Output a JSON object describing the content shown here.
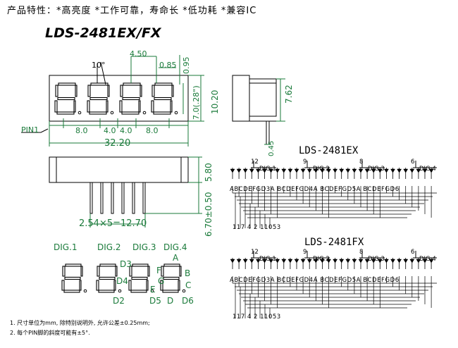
{
  "header": {
    "features": "产品特性：*高亮度 *工作可靠，寿命长 *低功耗 *兼容IC"
  },
  "part_title": "LDS-2481EX/FX",
  "front_view": {
    "pin1_label": "PIN1",
    "dims": {
      "top_angle": "10°",
      "digit_pitch_small": "4.50",
      "seg_width": "0.85",
      "seg_right": "0.95",
      "digit_height": "7.0(.28\")",
      "body_height": "10.20",
      "pitch_a": "8.0",
      "pitch_b": "4.0",
      "pitch_c": "4.0",
      "pitch_d": "8.0",
      "overall_width": "32.20"
    }
  },
  "side_view": {
    "depth": "7.62",
    "lead_dia": "0.45"
  },
  "bottom_view": {
    "body_thickness": "5.80",
    "lead_length": "6.70±0.50",
    "lead_pitch": "2.54×5=12.70"
  },
  "display_labels": {
    "digits": [
      "DIG.1",
      "DIG.2",
      "DIG.3",
      "DIG.4"
    ],
    "segment_top": "A",
    "d3": "D3",
    "d4": "D4",
    "seg_f": "F",
    "seg_g": "G",
    "seg_b": "B",
    "seg_c": "C",
    "seg_e": "E",
    "d2": "D2",
    "d5": "D5",
    "seg_d": "D",
    "d6": "D6"
  },
  "schematic_ex": {
    "title": "LDS-2481EX",
    "common_pins": [
      "12",
      "9",
      "8",
      "6"
    ],
    "digits": [
      "DIG.1",
      "DIG.2",
      "DIG.3",
      "DIG.4"
    ],
    "segment_row": "ABCDEFGD3A BCDEFGD4A BCDEFGD5A BCDEFGD6",
    "pin_numbers": "117 4 2 11053"
  },
  "schematic_fx": {
    "title": "LDS-2481FX",
    "common_pins": [
      "12",
      "9",
      "8",
      "6"
    ],
    "digits": [
      "DIG.1",
      "DIG.2",
      "DIG.3",
      "DIG.4"
    ],
    "segment_row": "ABCDEFGD3A BCDEFGD4A BCDEFGD5A BCDEFGD6",
    "pin_numbers": "117 4 2 11053"
  },
  "notes": [
    "1. 尺寸单位为mm, 除特别说明外, 允许公差±0.25mm;",
    "2. 每个PIN脚的斜度可能有±5°."
  ],
  "colors": {
    "dimension": "#1a7a3a",
    "outline": "#000000"
  }
}
